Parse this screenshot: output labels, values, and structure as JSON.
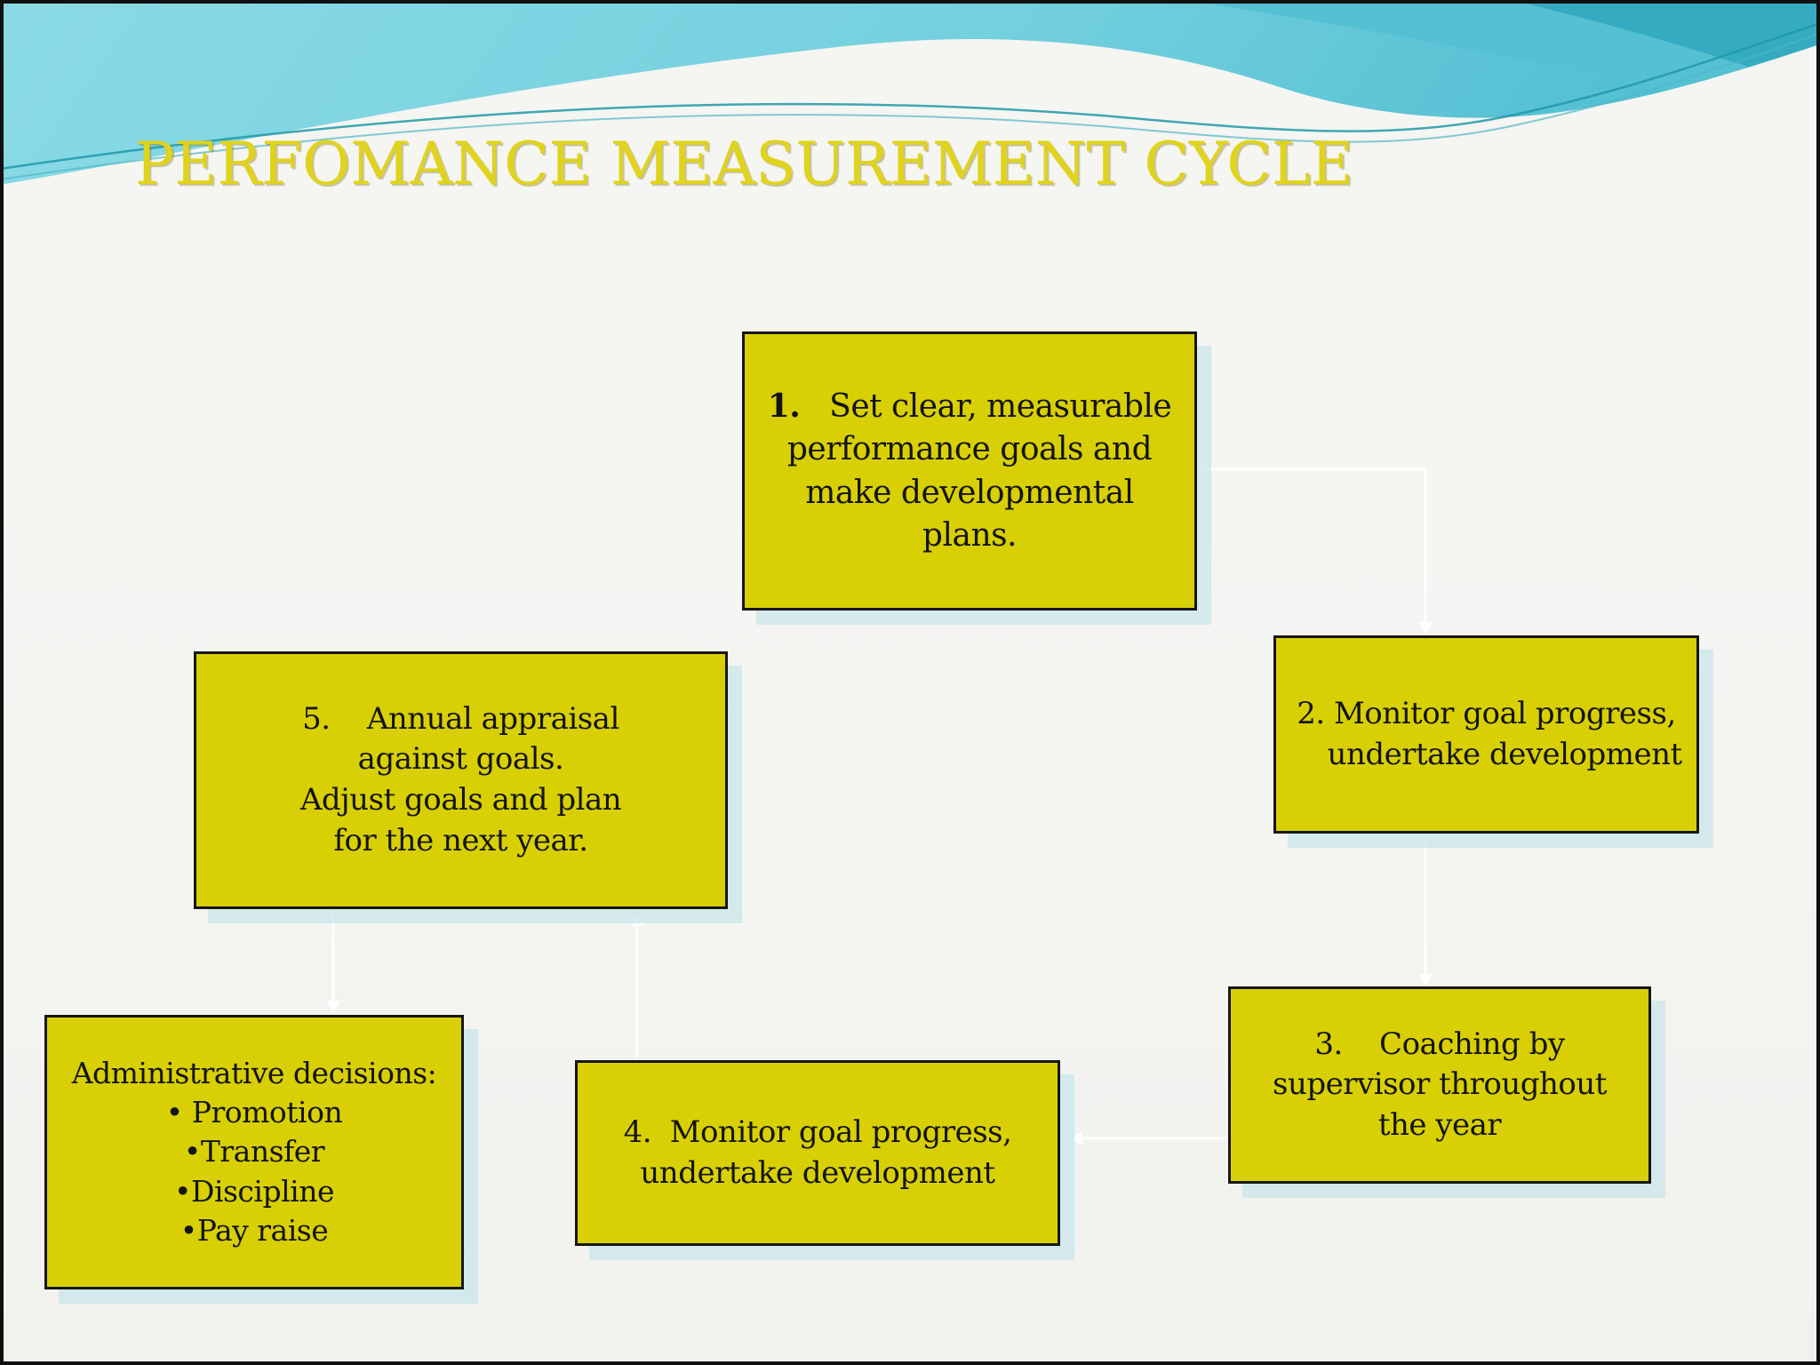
{
  "slide": {
    "title": "PERFOMANCE MEASUREMENT CYCLE"
  },
  "steps": [
    {
      "id": "step-1",
      "number": "1.",
      "body": "   Set clear, measurable\nperformance goals and\nmake developmental\nplans."
    },
    {
      "id": "step-2",
      "text": "2. Monitor goal progress,\n    undertake development"
    },
    {
      "id": "step-3",
      "text": "3.    Coaching by\nsupervisor throughout\nthe year"
    },
    {
      "id": "step-4",
      "text": "4.  Monitor goal progress,\nundertake development"
    },
    {
      "id": "step-5",
      "text": "5.    Annual appraisal\nagainst goals.\nAdjust goals and plan\nfor the next year."
    },
    {
      "id": "administrative-decisions",
      "text": "Administrative decisions:\n• Promotion\n•Transfer\n•Discipline\n•Pay raise"
    }
  ],
  "connectors": [
    {
      "from": "step-1",
      "to": "step-2",
      "shape": "elbow"
    },
    {
      "from": "step-2",
      "to": "step-3",
      "shape": "vertical"
    },
    {
      "from": "step-3",
      "to": "step-4",
      "shape": "horizontal-arrow-left"
    },
    {
      "from": "step-4",
      "to": "step-5",
      "shape": "vertical-arrow-up"
    },
    {
      "from": "step-5",
      "to": "administrative-decisions",
      "shape": "vertical-arrow-down"
    }
  ],
  "colors": {
    "box_fill": "#d8d005",
    "box_border": "#161616",
    "box_shadow": "#c1e4ea",
    "title_yellow": "#e0d31c",
    "text": "#141414",
    "background": "#f4f4f1",
    "wave_teal_light": "#86d8e4",
    "wave_teal": "#5fc8da",
    "wave_teal_dark": "#35abc2",
    "connector_white": "#ffffff"
  }
}
